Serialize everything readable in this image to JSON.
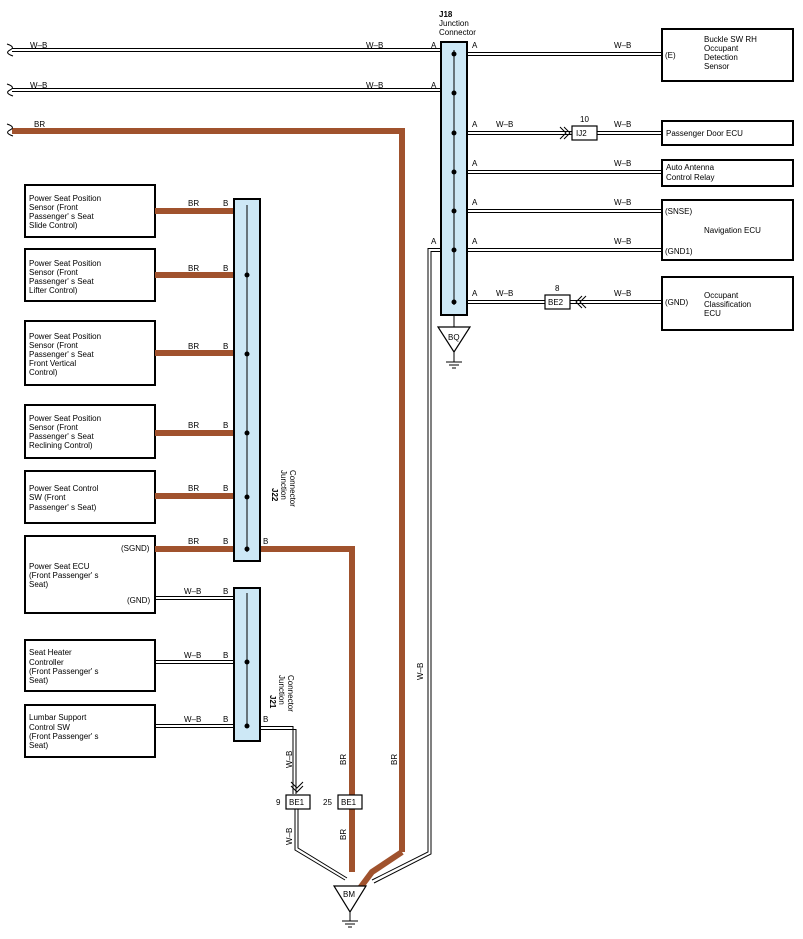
{
  "wire_labels": {
    "wb": "W–B",
    "br": "BR",
    "a": "A",
    "b": "B",
    "wb_vertical": "W–B",
    "br_vertical": "BR"
  },
  "connectors": {
    "j18": {
      "id": "J18",
      "name_line1": "Junction",
      "name_line2": "Connector"
    },
    "j22": {
      "id": "J22",
      "name_line1": "Junction",
      "name_line2": "Connector"
    },
    "j21": {
      "id": "J21",
      "name_line1": "Junction",
      "name_line2": "Connector"
    },
    "ij2": {
      "id": "IJ2",
      "pin": "10"
    },
    "be2": {
      "id": "BE2",
      "pin": "8"
    },
    "be1_left": {
      "id": "BE1",
      "pin": "9"
    },
    "be1_right": {
      "id": "BE1",
      "pin": "25"
    }
  },
  "grounds": {
    "bq": "BQ",
    "bm": "BM"
  },
  "right_components": {
    "buckle_sw": {
      "pin": "(E)",
      "lines": [
        "Buckle SW RH",
        "Occupant",
        "Detection",
        "Sensor"
      ]
    },
    "passenger_door_ecu": {
      "lines": [
        "Passenger Door ECU"
      ]
    },
    "auto_antenna": {
      "lines": [
        "Auto Antenna",
        "Control Relay"
      ]
    },
    "navigation_ecu": {
      "pin_snse": "(SNSE)",
      "pin_gnd1": "(GND1)",
      "lines": [
        "Navigation ECU"
      ]
    },
    "occupant_classification": {
      "pin": "(GND)",
      "lines": [
        "Occupant",
        "Classification",
        "ECU"
      ]
    }
  },
  "left_components": {
    "slide": {
      "lines": [
        "Power Seat Position",
        "Sensor (Front",
        "Passenger' s Seat",
        "Slide Control)"
      ]
    },
    "lifter": {
      "lines": [
        "Power Seat Position",
        "Sensor (Front",
        "Passenger' s Seat",
        "Lifter Control)"
      ]
    },
    "vertical": {
      "lines": [
        "Power Seat Position",
        "Sensor (Front",
        "Passenger' s Seat",
        "Front Vertical",
        "Control)"
      ]
    },
    "reclining": {
      "lines": [
        "Power Seat Position",
        "Sensor (Front",
        "Passenger' s Seat",
        "Reclining Control)"
      ]
    },
    "control_sw": {
      "lines": [
        "Power Seat Control",
        "SW (Front",
        "Passenger' s Seat)"
      ]
    },
    "power_seat_ecu": {
      "pin_sgnd": "(SGND)",
      "pin_gnd": "(GND)",
      "lines": [
        "Power Seat ECU",
        "(Front Passenger' s",
        " Seat)"
      ]
    },
    "seat_heater": {
      "lines": [
        "Seat Heater",
        "Controller",
        "(Front Passenger' s",
        " Seat)"
      ]
    },
    "lumbar": {
      "lines": [
        "Lumbar Support",
        "Control SW",
        "(Front Passenger' s",
        " Seat)"
      ]
    }
  }
}
